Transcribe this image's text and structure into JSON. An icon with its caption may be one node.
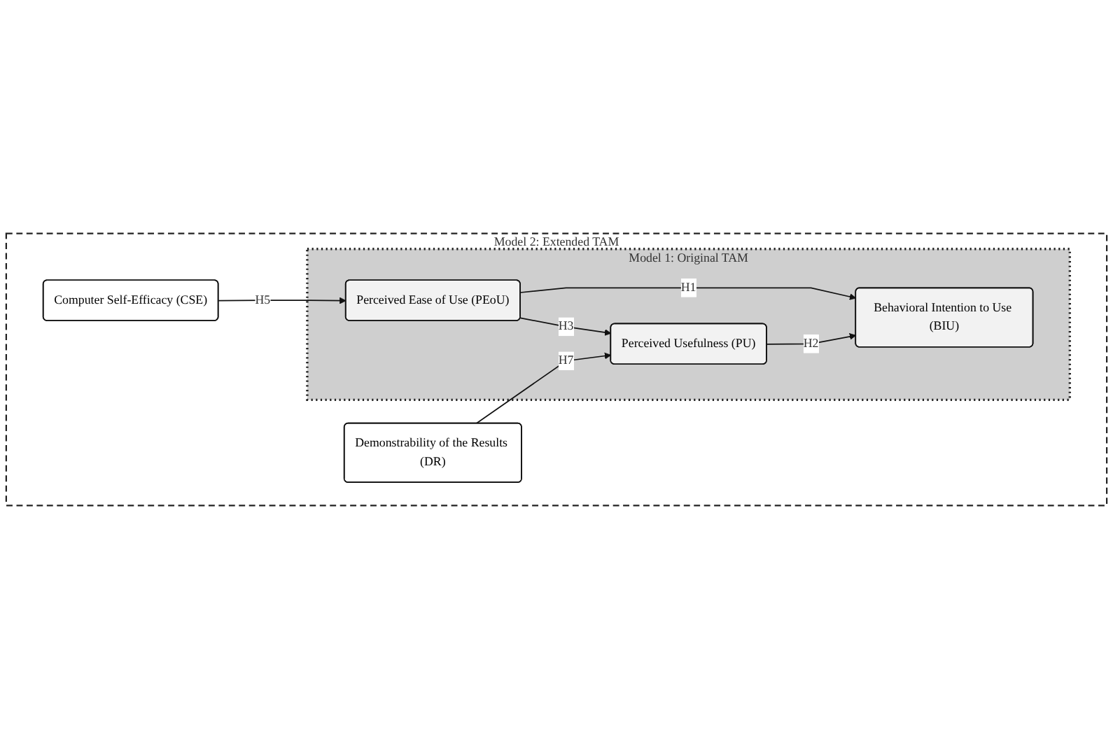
{
  "diagram": {
    "nodes": [
      {
        "text": [
          "Model 2: Extended TAM"
        ]
      },
      {
        "text": [
          "Model 1: Original TAM"
        ],
        "in": 0
      },
      {
        "text": [
          "Computer Self-Efficacy (CSE)"
        ],
        "in": 0
      },
      {
        "text": [
          "Perceived Ease of Use (PEoU)"
        ],
        "in": 1
      },
      {
        "text": [
          "Perceived Usefulness (PU)"
        ],
        "in": 1
      },
      {
        "text": [
          "Behavioral Intention to Use (BIU)"
        ],
        "in": 1
      },
      {
        "text": [
          "Demonstrability of the Results (DR)"
        ],
        "in": 0
      }
    ],
    "edges": [
      {
        "from": 2,
        "to": 3,
        "arrow": "to",
        "label": "H5"
      },
      {
        "from": 3,
        "to": 5,
        "arrow": "to",
        "label": "H1"
      },
      {
        "from": 3,
        "to": 4,
        "arrow": "to",
        "label": "H3"
      },
      {
        "from": 4,
        "to": 5,
        "arrow": "to",
        "label": "H2"
      },
      {
        "from": 6,
        "to": 4,
        "arrow": "to",
        "label": "H7"
      }
    ]
  }
}
